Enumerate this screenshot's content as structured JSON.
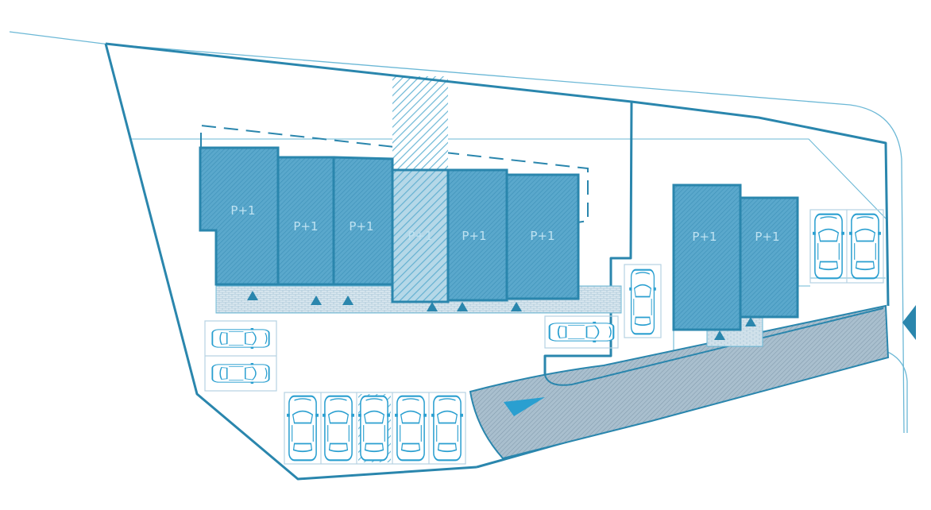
{
  "plan": {
    "colors": {
      "line": "#2a86ad",
      "light": "#6cb8d6",
      "fill": "#5aa8cc",
      "text": "#bfe2f1",
      "paving": "#b9d3e3"
    },
    "icons": [
      "car-icon",
      "arrow-right-icon",
      "arrow-left-icon",
      "arrow-up-icon"
    ],
    "buildings": [
      {
        "id": "b1",
        "label": "P+1"
      },
      {
        "id": "b2",
        "label": "P+1"
      },
      {
        "id": "b3",
        "label": "P+1"
      },
      {
        "id": "b4",
        "label": "P+1"
      },
      {
        "id": "b5",
        "label": "P+1"
      },
      {
        "id": "b6",
        "label": "P+1"
      },
      {
        "id": "b7",
        "label": "P+1"
      },
      {
        "id": "b8",
        "label": "P+1"
      }
    ]
  }
}
